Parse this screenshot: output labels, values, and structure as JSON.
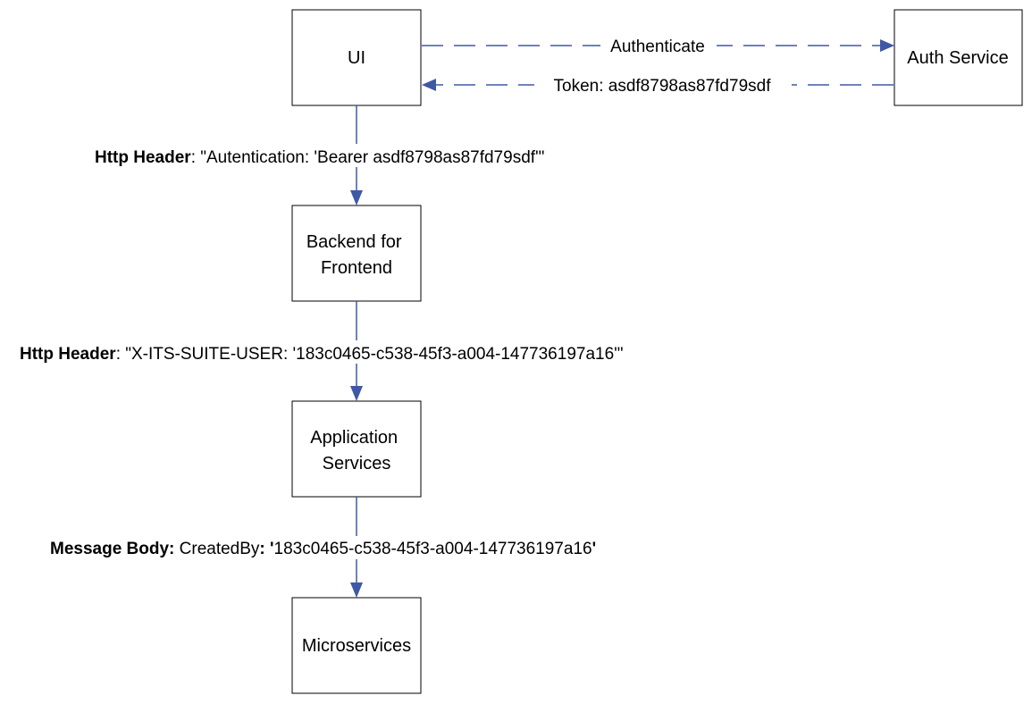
{
  "nodes": {
    "ui": {
      "label": "UI"
    },
    "auth_service": {
      "label": "Auth Service"
    },
    "backend_for_frontend": {
      "line1": "Backend for",
      "line2": "Frontend"
    },
    "application_services": {
      "line1": "Application",
      "line2": "Services"
    },
    "microservices": {
      "label": "Microservices"
    }
  },
  "edges": {
    "authenticate": {
      "label": "Authenticate"
    },
    "token": {
      "label": "Token: asdf8798as87fd79sdf"
    },
    "ui_to_bff": {
      "bold": "Http Header",
      "rest": ": \"Autentication: 'Bearer asdf8798as87fd79sdf'\""
    },
    "bff_to_app": {
      "bold": "Http Header",
      "rest": ": \"X-ITS-SUITE-USER: '183c0465-c538-45f3-a004-147736197a16'\""
    },
    "app_to_micro": {
      "bold": "Message Body:",
      "rest": " CreatedBy",
      "bold2": ": '",
      "rest2": "183c0465-c538-45f3-a004-147736197a16",
      "bold3": "'"
    }
  },
  "colors": {
    "edge": "#3f58a5",
    "node_border": "#000000",
    "background": "#ffffff"
  }
}
